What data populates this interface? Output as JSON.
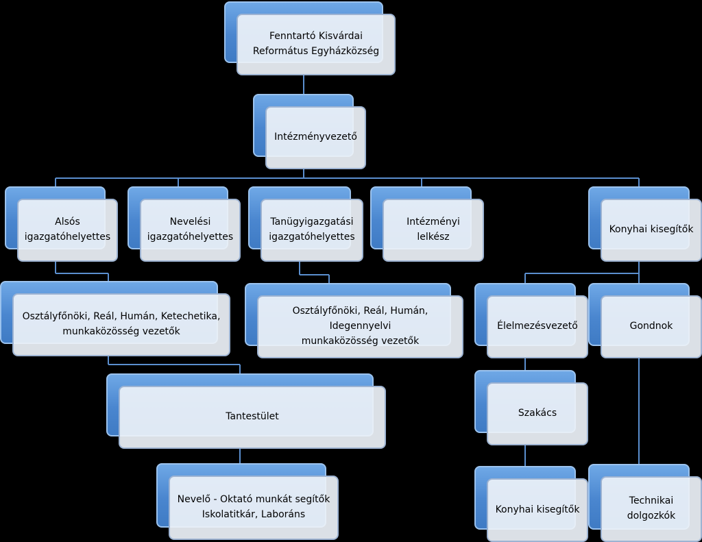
{
  "nodes": {
    "fenntarto": "Fenntartó Kisvárdai\nReformátus Egyházközség",
    "intezmenyvezeto": "Intézményvezető",
    "also": "Alsós\nigazgatóhelyettes",
    "nevelesi": "Nevelési\nigazgatóhelyettes",
    "tanugy": "Tanügyigazgatási\nigazgatóhelyettes",
    "lelkesz": "Intézményi lelkész",
    "konyhai_top": "Konyhai kisegítők",
    "mk_left": "Osztályfőnöki, Reál, Humán, Ketechetika,\nmunkaközösség vezetők",
    "mk_right": "Osztályfőnöki, Reál, Humán,\nIdegennyelvi\nmunkaközösség vezetők",
    "elelmezes": "Élelmezésvezető",
    "gondnok": "Gondnok",
    "tantestulet": "Tantestület",
    "szakacs": "Szakács",
    "nevelo": "Nevelő - Oktató munkát segítők\nIskolatitkár, Laboráns",
    "konyhai_bottom": "Konyhai kisegítők",
    "technikai": "Technikai\ndolgozkók"
  }
}
